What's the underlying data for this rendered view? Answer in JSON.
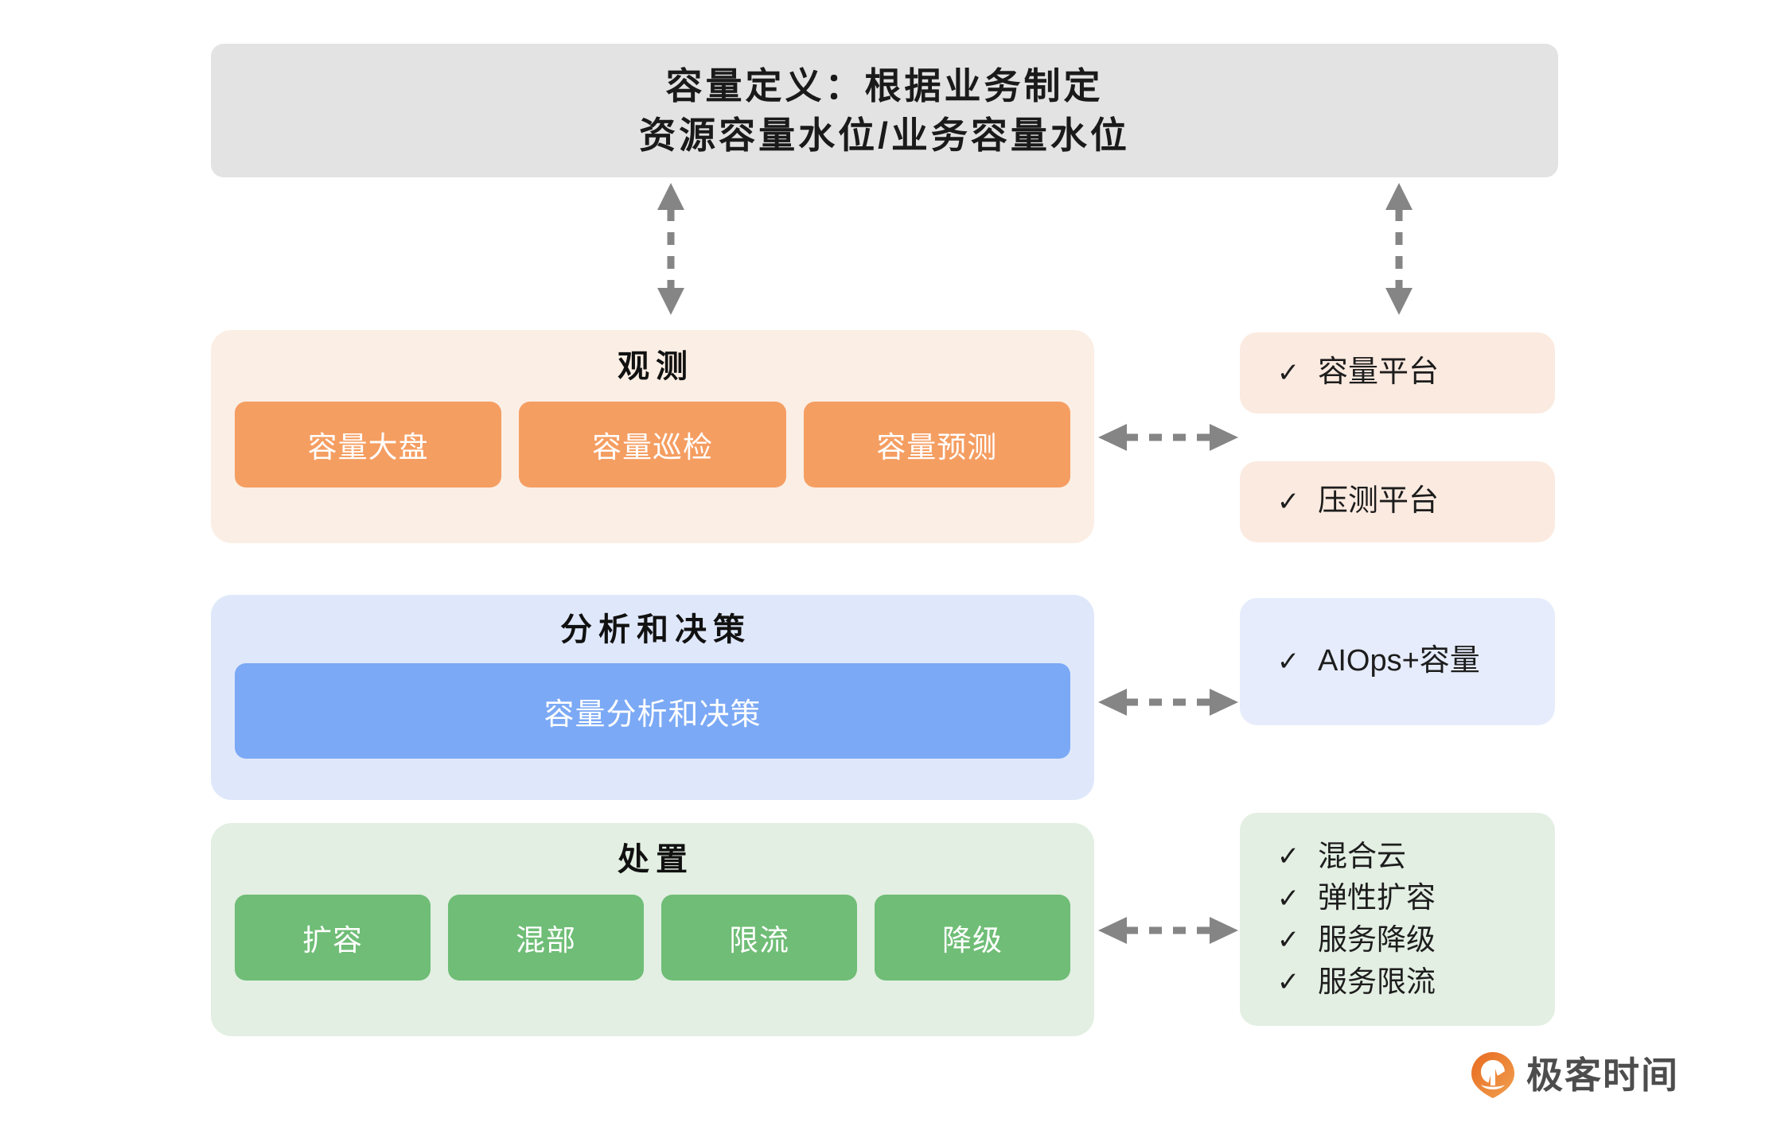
{
  "header": {
    "line1": "容量定义：根据业务制定",
    "line2": "资源容量水位/业务容量水位"
  },
  "arrows": {
    "vertical_left": "double-headed-dashed-arrow",
    "vertical_right": "double-headed-dashed-arrow",
    "horizontal_observe": "double-headed-dashed-arrow",
    "horizontal_analyze": "double-headed-dashed-arrow",
    "horizontal_dispose": "double-headed-dashed-arrow"
  },
  "panels": {
    "observe": {
      "title": "观测",
      "pills": [
        "容量大盘",
        "容量巡检",
        "容量预测"
      ]
    },
    "analyze": {
      "title": "分析和决策",
      "bar": "容量分析和决策"
    },
    "dispose": {
      "title": "处置",
      "pills": [
        "扩容",
        "混部",
        "限流",
        "降级"
      ]
    }
  },
  "side": {
    "capacity_platform": {
      "check": "✓",
      "label": "容量平台"
    },
    "stress_platform": {
      "check": "✓",
      "label": "压测平台"
    },
    "aiops": {
      "check": "✓",
      "label": "AIOps+容量"
    },
    "dispose_list": [
      {
        "check": "✓",
        "label": "混合云"
      },
      {
        "check": "✓",
        "label": "弹性扩容"
      },
      {
        "check": "✓",
        "label": "服务降级"
      },
      {
        "check": "✓",
        "label": "服务限流"
      }
    ]
  },
  "logo": {
    "wordmark": "极客时间",
    "mark_icon": "geektime-logo-icon"
  },
  "colors": {
    "header_bg": "#e3e3e3",
    "orange_panel_bg": "#fbeee4",
    "orange_pill": "#f59e62",
    "blue_panel_bg": "#dfe8fb",
    "blue_bar": "#7ba9f5",
    "green_panel_bg": "#e2efe2",
    "green_pill": "#6fbd76",
    "arrow_gray": "#858585",
    "logo_orange": "#e8722a"
  }
}
